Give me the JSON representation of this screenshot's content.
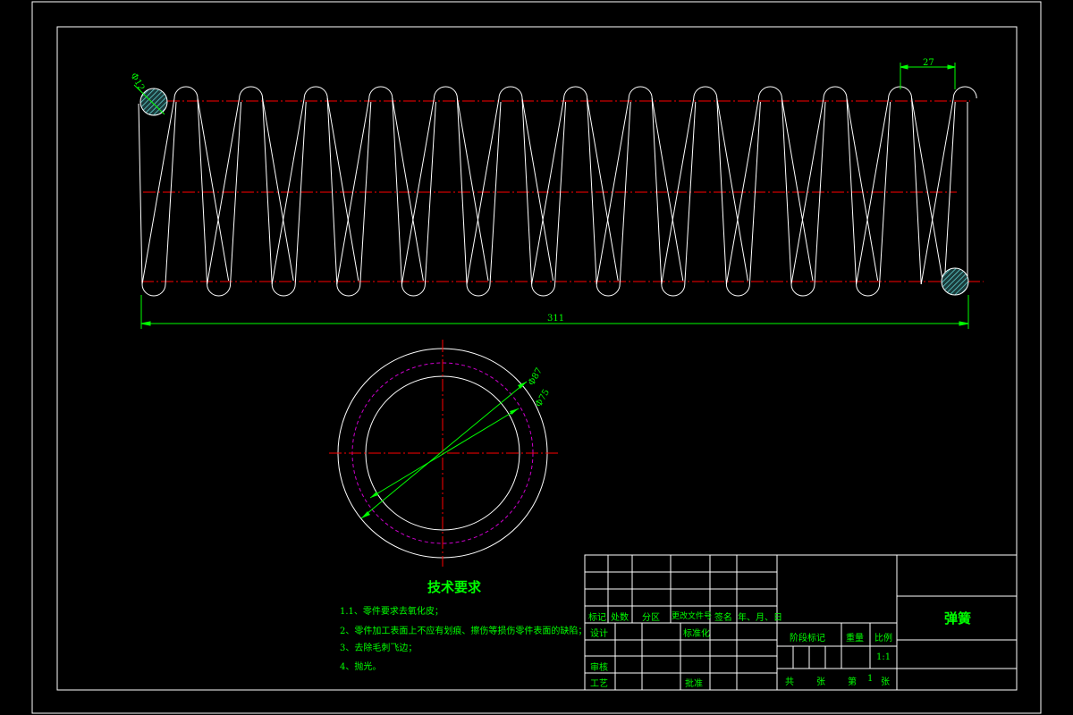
{
  "drawing": {
    "dims": {
      "wire_dia": "Φ12",
      "pitch": "27",
      "free_length": "311",
      "outer_dia": "Φ87",
      "mean_dia": "Φ75"
    },
    "colors": {
      "background": "#000000",
      "outline": "#ffffff",
      "centerline": "#ff0000",
      "dimension": "#00ff00",
      "hatch": "#40c0c0",
      "mean_circle": "#cc00cc"
    }
  },
  "tech_requirements": {
    "title": "技术要求",
    "items": [
      "1.1、零件要求去氧化皮；",
      "2、零件加工表面上不应有划痕、擦伤等损伤零件表面的缺陷；",
      "3、去除毛刺飞边；",
      "4、抛光。"
    ]
  },
  "title_block": {
    "part_name": "弹簧",
    "scale_value": "1:1",
    "headers": {
      "mark": "标记",
      "count": "处数",
      "zone": "分区",
      "change_doc": "更改文件号",
      "signature": "签名",
      "date": "年、月、日"
    },
    "labels": {
      "design": "设计",
      "standardize": "标准化",
      "review": "审核",
      "process": "工艺",
      "approve": "批准",
      "stage_mark": "阶段标记",
      "weight": "重量",
      "scale": "比例",
      "total": "共",
      "sheets": "张",
      "sheet_no": "第",
      "sheet_index": "1",
      "sheet_unit": "张"
    }
  }
}
